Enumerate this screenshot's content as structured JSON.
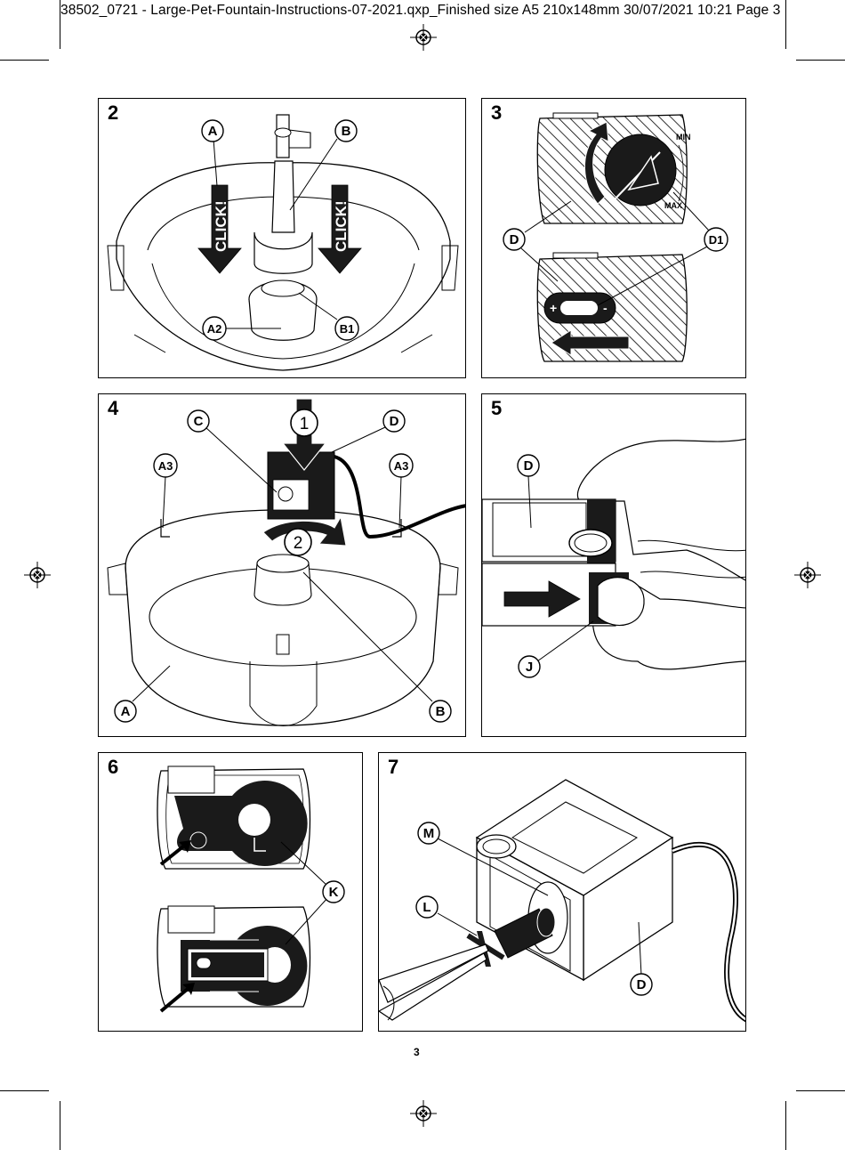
{
  "slug_line": "38502_0721 - Large-Pet-Fountain-Instructions-07-2021.qxp_Finished size A5 210x148mm  30/07/2021  10:21  Page 3",
  "page_number": "3",
  "panels": {
    "p2": {
      "number": "2",
      "labels": {
        "A": "A",
        "B": "B",
        "A2": "A2",
        "B1": "B1"
      },
      "click_text": "CLICK!"
    },
    "p3": {
      "number": "3",
      "labels": {
        "D": "D",
        "D1": "D1"
      },
      "min_text": "MIN",
      "max_text": "MAX",
      "plus": "+",
      "minus": "-"
    },
    "p4": {
      "number": "4",
      "labels": {
        "C": "C",
        "D": "D",
        "A3_left": "A3",
        "A3_right": "A3",
        "A": "A",
        "B": "B"
      },
      "steps": [
        "1",
        "2"
      ]
    },
    "p5": {
      "number": "5",
      "labels": {
        "D": "D",
        "J": "J"
      }
    },
    "p6": {
      "number": "6",
      "labels": {
        "K": "K"
      }
    },
    "p7": {
      "number": "7",
      "labels": {
        "M": "M",
        "L": "L",
        "D": "D"
      }
    }
  }
}
